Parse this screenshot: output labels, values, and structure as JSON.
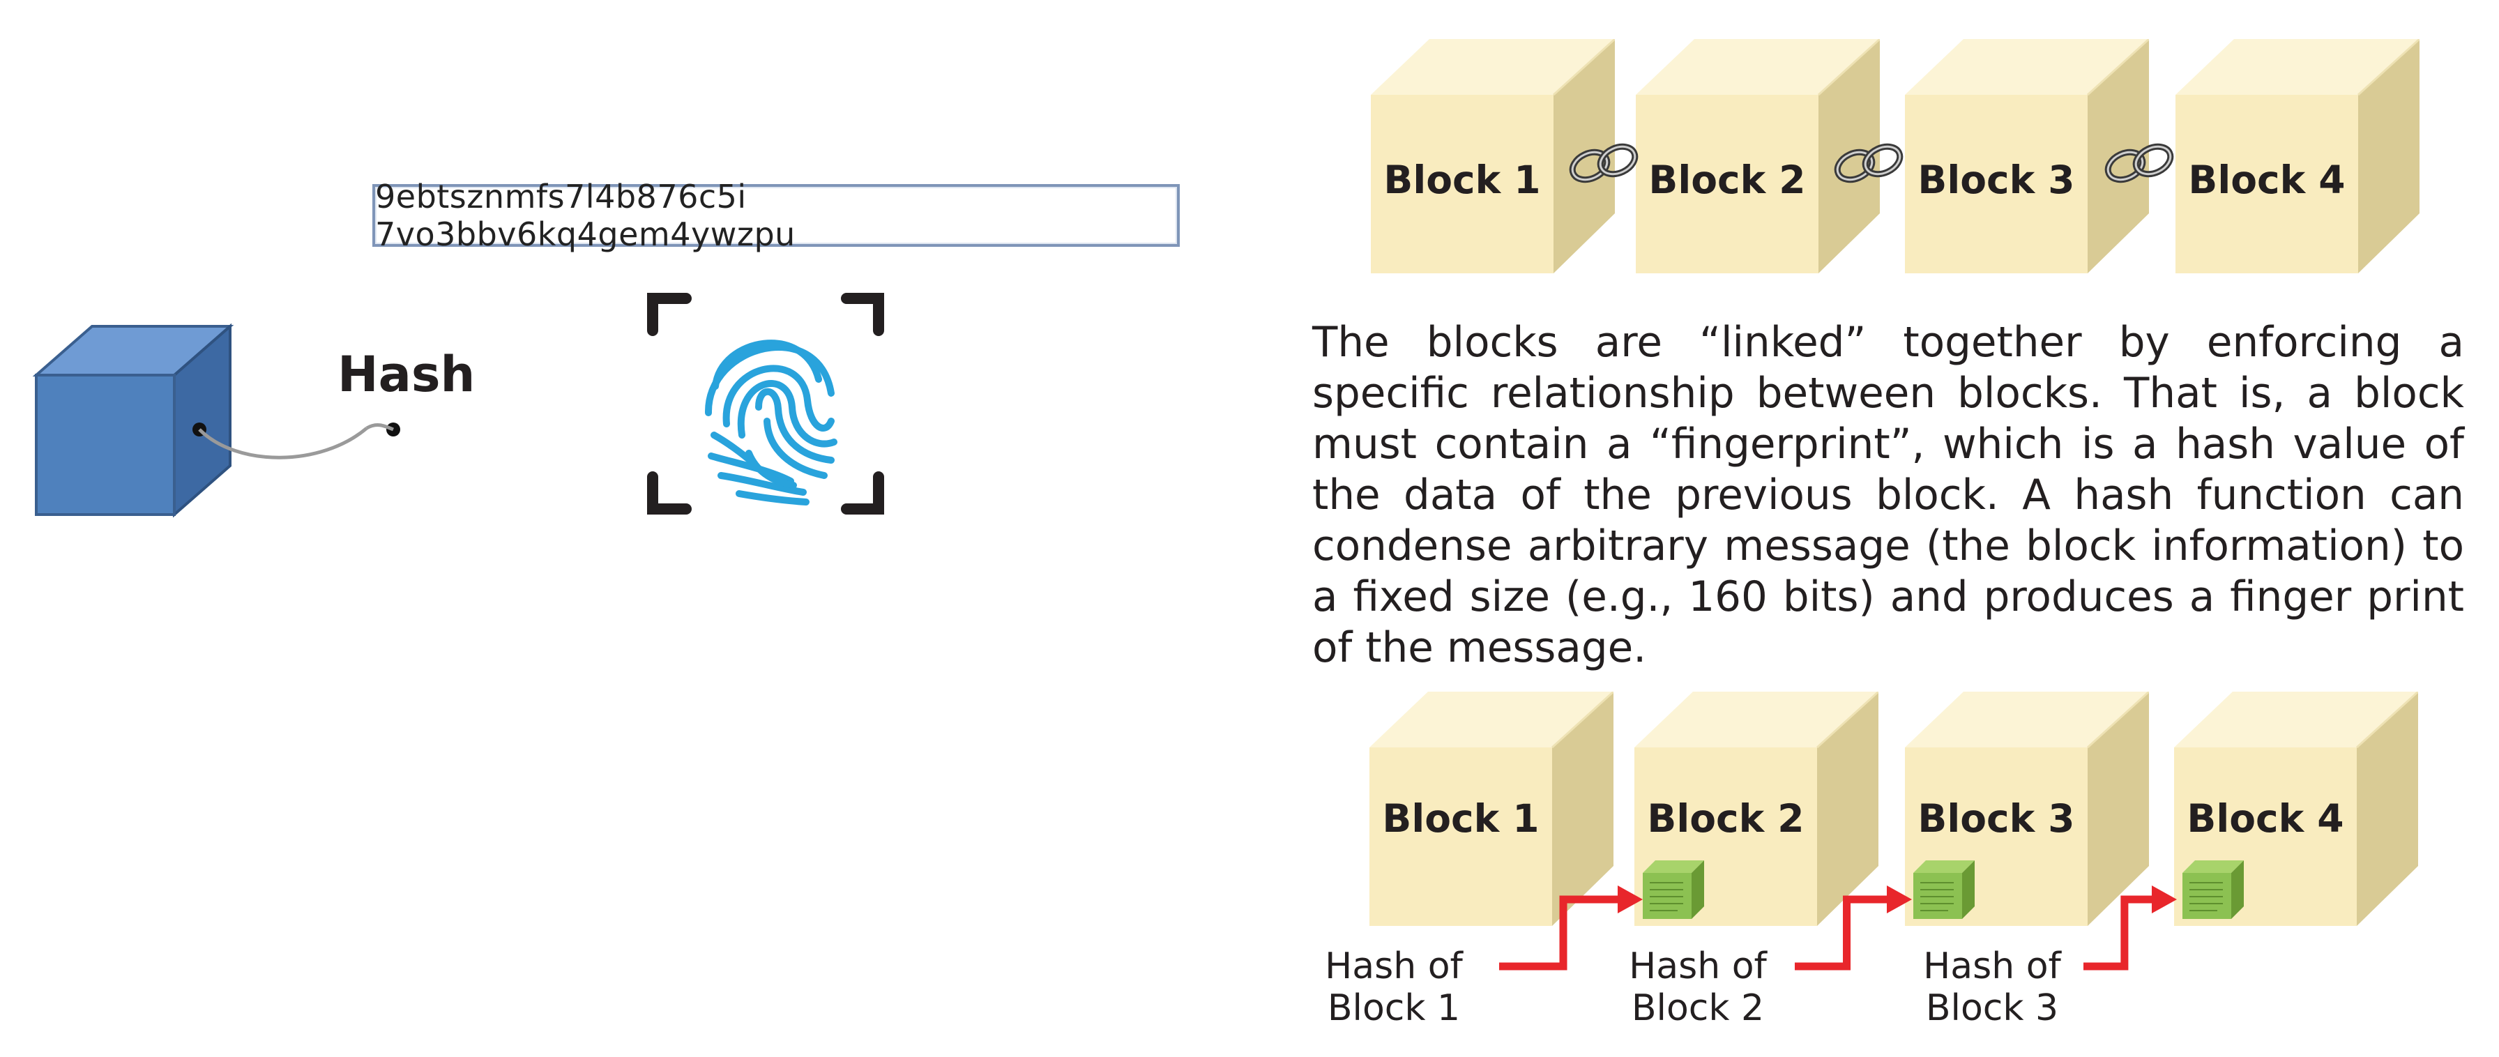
{
  "hash_value": "9ebtsznmfs7l4b876c5i 7vo3bbv6kq4gem4ywzpu",
  "hash_label": "Hash",
  "description": "The blocks are “linked” together by enforcing a specific relationship between blocks. That is, a block must contain a “fingerprint”, which is a hash value of the data of the previous block. A hash function can condense arbitrary message (the block information) to a fixed size (e.g., 160 bits) and produces a finger print of the message.",
  "chain_top": {
    "blocks": [
      "Block 1",
      "Block 2",
      "Block 3",
      "Block 4"
    ]
  },
  "chain_bottom": {
    "blocks": [
      "Block 1",
      "Block 2",
      "Block 3",
      "Block 4"
    ],
    "captions": [
      {
        "line1": "Hash of",
        "line2": "Block 1"
      },
      {
        "line1": "Hash of",
        "line2": "Block 2"
      },
      {
        "line1": "Hash of",
        "line2": "Block 3"
      }
    ]
  },
  "colors": {
    "block_front": "#f9ecbf",
    "block_top": "#fcf4d6",
    "block_side": "#d9cb95",
    "blue_cube": "#4f81bd",
    "fingerprint": "#29a3dc",
    "arrow": "#e8262b",
    "hash_cube": "#8cc152"
  }
}
